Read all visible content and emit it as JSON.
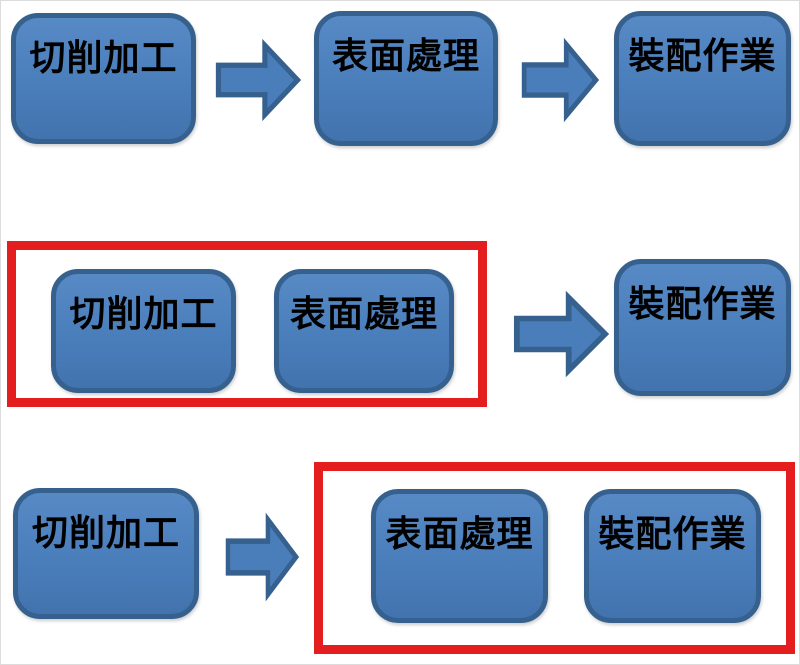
{
  "diagram": {
    "title_hint": "process-flow-grouping-diagram",
    "rows": [
      {
        "name": "sequential-process",
        "boxes": [
          "切削加工",
          "表面處理",
          "裝配作業"
        ]
      },
      {
        "name": "grouped-first-two-steps",
        "group": [
          "切削加工",
          "表面處理"
        ],
        "outside": [
          "裝配作業"
        ]
      },
      {
        "name": "grouped-last-two-steps",
        "outside": [
          "切削加工"
        ],
        "group": [
          "表面處理",
          "裝配作業"
        ]
      }
    ],
    "colors": {
      "box_fill": "#4a7ebb",
      "box_fill_light": "#578ac5",
      "box_border": "#36608e",
      "arrow_fill": "#4a7ebb",
      "arrow_border": "#36608e",
      "highlight": "#e41e1e",
      "text": "#000000",
      "background": "#ffffff"
    }
  }
}
